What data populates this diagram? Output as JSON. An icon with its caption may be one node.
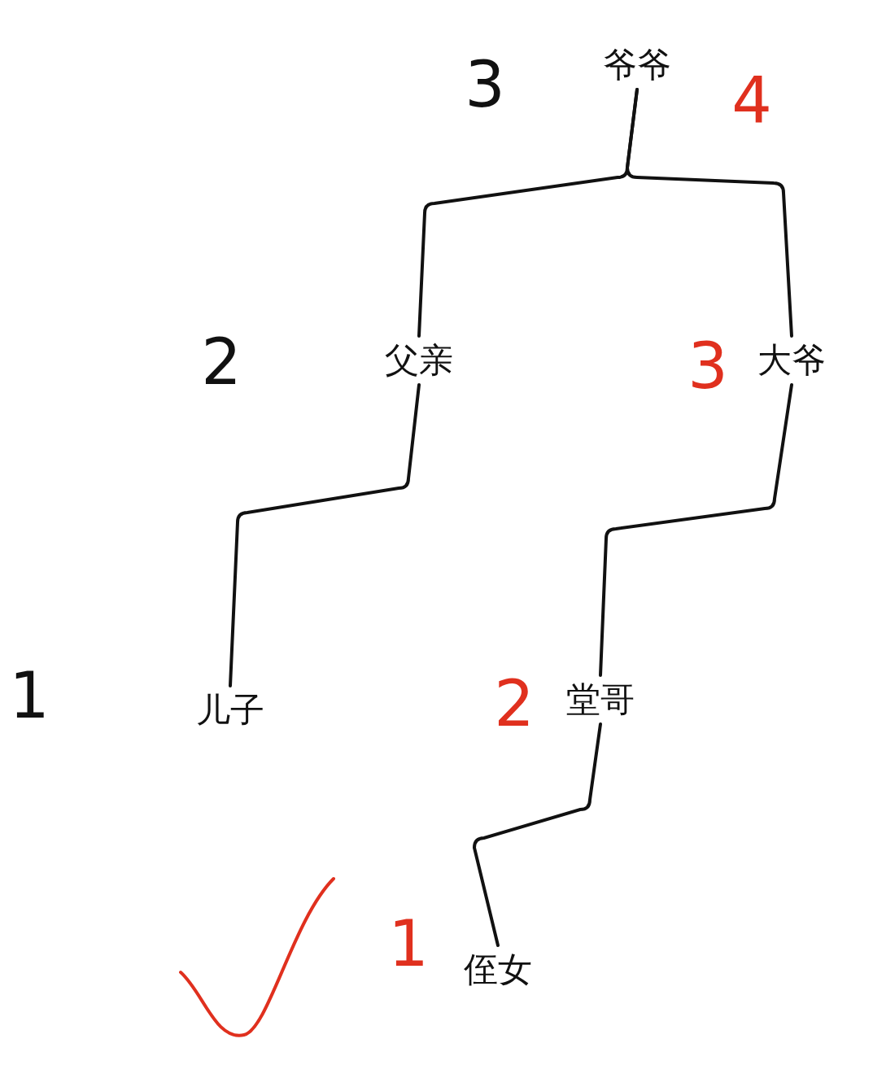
{
  "diagram": {
    "nodes": [
      {
        "text": [
          "爷爷"
        ]
      },
      {
        "text": [
          "父亲"
        ]
      },
      {
        "text": [
          "大爷"
        ]
      },
      {
        "text": [
          "儿子"
        ]
      },
      {
        "text": [
          "堂哥"
        ]
      },
      {
        "text": [
          "侄女"
        ]
      }
    ],
    "edges": [
      {
        "from": 0,
        "to": 1,
        "arrow": "none"
      },
      {
        "from": 0,
        "to": 2,
        "arrow": "none"
      },
      {
        "from": 1,
        "to": 3,
        "arrow": "none"
      },
      {
        "from": 2,
        "to": 4,
        "arrow": "none"
      },
      {
        "from": 4,
        "to": 5,
        "arrow": "none"
      }
    ],
    "labels": [
      "3",
      "4",
      "2",
      "3",
      "1",
      "2",
      "1"
    ]
  }
}
